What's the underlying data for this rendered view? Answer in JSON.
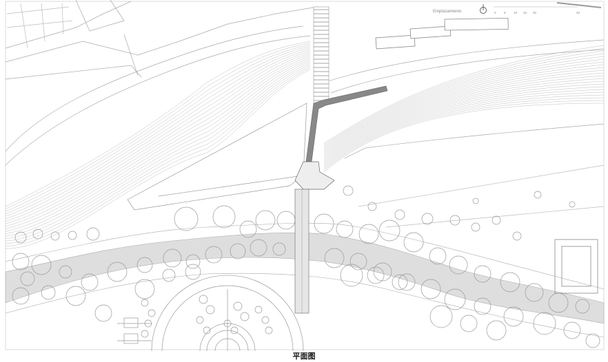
{
  "drawing": {
    "caption": "平面图",
    "legend": {
      "label": "Emplazamiento",
      "north_arrow_icon": "north-arrow-icon",
      "scale_ticks": [
        "0",
        "5",
        "10",
        "15",
        "20",
        "40"
      ]
    },
    "colors": {
      "line": "#9a9a9a",
      "river": "#dedede",
      "bridge": "#777777",
      "background": "#ffffff"
    }
  }
}
